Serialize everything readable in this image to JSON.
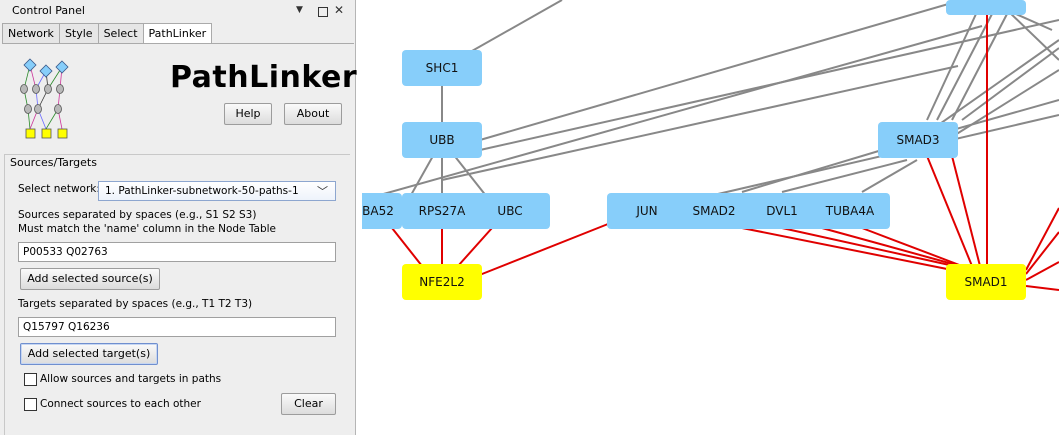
{
  "panel": {
    "title": "Control Panel",
    "tabs": [
      {
        "label": "Network"
      },
      {
        "label": "Style"
      },
      {
        "label": "Select"
      },
      {
        "label": "PathLinker"
      }
    ],
    "active_tab": "PathLinker"
  },
  "app": {
    "title": "PathLinker",
    "help_label": "Help",
    "about_label": "About"
  },
  "sources_targets": {
    "group_title": "Sources/Targets",
    "select_network_label": "Select network:",
    "selected_network": "1. PathLinker-subnetwork-50-paths-1",
    "sources_hint_1": "Sources separated by spaces (e.g., S1 S2 S3)",
    "sources_hint_2": "Must match the 'name' column in the Node Table",
    "sources_value": "P00533 Q02763",
    "add_sources_label": "Add selected source(s)",
    "targets_hint": "Targets separated by spaces (e.g., T1 T2 T3)",
    "targets_value": "Q15797 Q16236",
    "add_targets_label": "Add selected target(s)",
    "allow_label": "Allow sources and targets in paths",
    "allow_checked": false,
    "connect_label": "Connect sources to each other",
    "connect_checked": false,
    "clear_label": "Clear"
  },
  "colors": {
    "node_default": "#87cefa",
    "node_target": "#ffff00",
    "edge_default": "#888888",
    "edge_path": "#e00000"
  },
  "network": {
    "nodes": [
      {
        "id": "SHC1",
        "label": "SHC1",
        "type": "default"
      },
      {
        "id": "UBB",
        "label": "UBB",
        "type": "default"
      },
      {
        "id": "SMAD3",
        "label": "SMAD3",
        "type": "default"
      },
      {
        "id": "BA52",
        "label": "BA52",
        "type": "default"
      },
      {
        "id": "RPS27A",
        "label": "RPS27A",
        "type": "default"
      },
      {
        "id": "UBC",
        "label": "UBC",
        "type": "default"
      },
      {
        "id": "JUN",
        "label": "JUN",
        "type": "default"
      },
      {
        "id": "SMAD2",
        "label": "SMAD2",
        "type": "default"
      },
      {
        "id": "DVL1",
        "label": "DVL1",
        "type": "default"
      },
      {
        "id": "TUBA4A",
        "label": "TUBA4A",
        "type": "default"
      },
      {
        "id": "NFE2L2",
        "label": "NFE2L2",
        "type": "target"
      },
      {
        "id": "SMAD1",
        "label": "SMAD1",
        "type": "target"
      }
    ]
  }
}
